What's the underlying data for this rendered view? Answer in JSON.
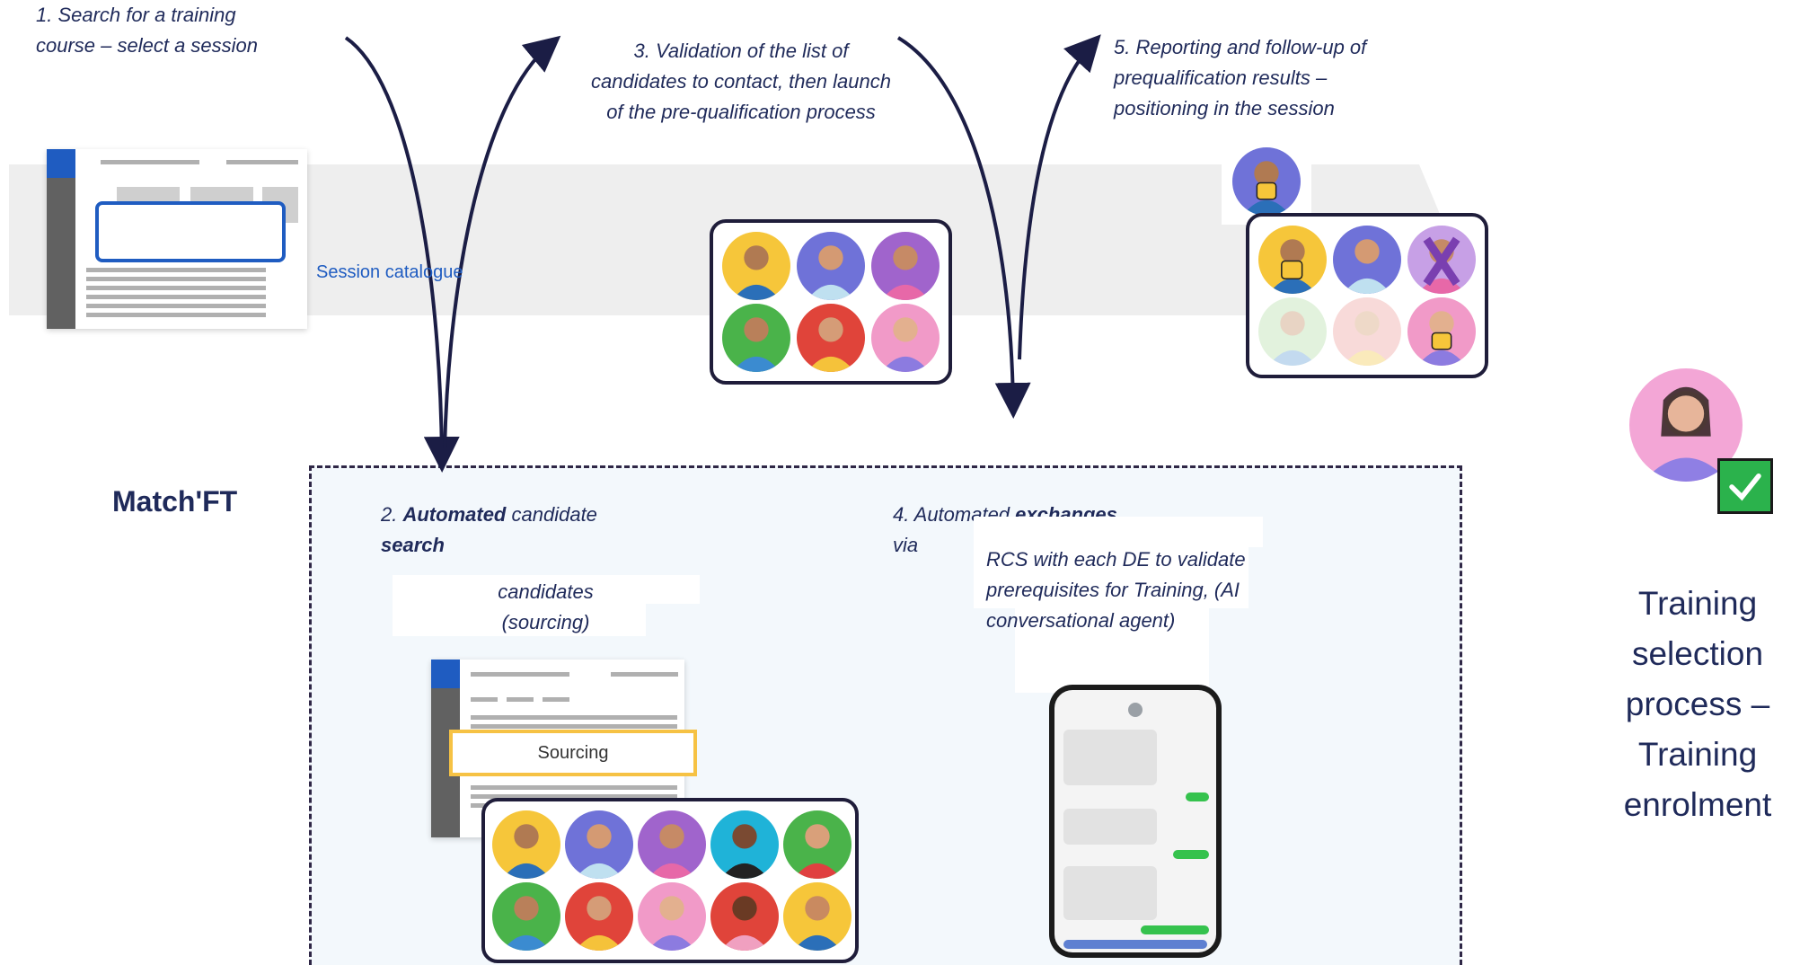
{
  "steps": {
    "s1": "1. Search for a training course – select a session",
    "s3": "3. Validation of the list of candidates to contact, then launch of the pre-qualification process",
    "s5": "5. Reporting and follow-up of prequalification results – positioning in the session"
  },
  "catalogue_label": "Session catalogue",
  "section_label": "Match'FT",
  "step2": {
    "num": "2.",
    "bold1": "Automated",
    "rest1": "candidate",
    "bold2": "search",
    "sub": "candidates (sourcing)",
    "sourcing_label": "Sourcing"
  },
  "step4": {
    "prefix": "4. Automated",
    "bold": "exchanges",
    "via": "via",
    "detail": "RCS with each DE to validate prerequisites for Training, (AI conversational agent)"
  },
  "final": "Training selection process – Training enrolment",
  "colors": {
    "arrow": "#1b1d45",
    "title": "#1f2a5a",
    "accent_blue": "#1f5cc1",
    "highlight_yellow": "#f6c244",
    "check_green": "#2bb24c"
  }
}
